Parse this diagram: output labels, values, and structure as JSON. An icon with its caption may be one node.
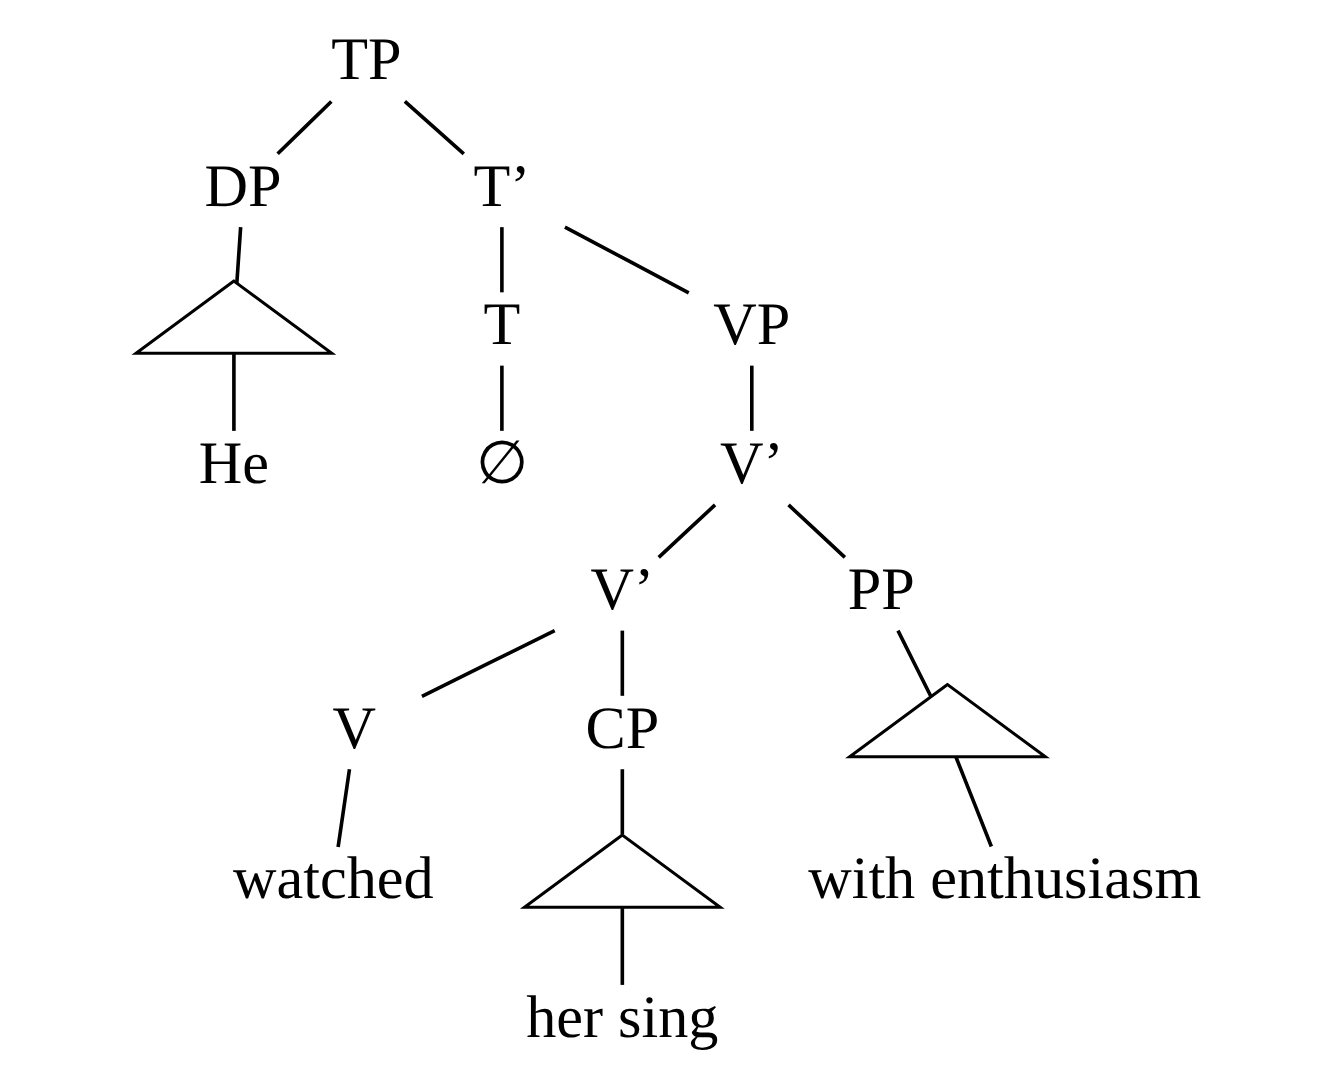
{
  "diagram": {
    "nodes": [
      {
        "text": [
          "TP"
        ]
      },
      {
        "text": [
          "DP"
        ]
      },
      {
        "text": [
          "T’"
        ]
      },
      {
        "text": [],
        "shape": "triangle"
      },
      {
        "text": [
          "He"
        ]
      },
      {
        "text": [
          "T"
        ]
      },
      {
        "text": [
          "VP"
        ]
      },
      {
        "text": [
          "∅"
        ]
      },
      {
        "text": [
          "V’"
        ]
      },
      {
        "text": [
          "V’"
        ]
      },
      {
        "text": [
          "PP"
        ]
      },
      {
        "text": [],
        "shape": "triangle"
      },
      {
        "text": [
          "V"
        ]
      },
      {
        "text": [
          "CP"
        ]
      },
      {
        "text": [
          "with enthusiasm"
        ]
      },
      {
        "text": [
          "watched"
        ]
      },
      {
        "text": [],
        "shape": "triangle"
      },
      {
        "text": [
          "her sing"
        ]
      }
    ],
    "edges": [
      {
        "from": 0,
        "to": 1,
        "arrow": "none"
      },
      {
        "from": 0,
        "to": 2,
        "arrow": "none"
      },
      {
        "from": 1,
        "to": 3,
        "arrow": "none"
      },
      {
        "from": 3,
        "to": 4,
        "arrow": "none"
      },
      {
        "from": 2,
        "to": 5,
        "arrow": "none"
      },
      {
        "from": 2,
        "to": 6,
        "arrow": "none"
      },
      {
        "from": 5,
        "to": 7,
        "arrow": "none"
      },
      {
        "from": 6,
        "to": 8,
        "arrow": "none"
      },
      {
        "from": 8,
        "to": 9,
        "arrow": "none"
      },
      {
        "from": 8,
        "to": 10,
        "arrow": "none"
      },
      {
        "from": 10,
        "to": 11,
        "arrow": "none"
      },
      {
        "from": 11,
        "to": 14,
        "arrow": "none"
      },
      {
        "from": 9,
        "to": 12,
        "arrow": "none"
      },
      {
        "from": 9,
        "to": 13,
        "arrow": "none"
      },
      {
        "from": 12,
        "to": 15,
        "arrow": "none"
      },
      {
        "from": 13,
        "to": 16,
        "arrow": "none"
      },
      {
        "from": 16,
        "to": 17,
        "arrow": "none"
      }
    ]
  }
}
